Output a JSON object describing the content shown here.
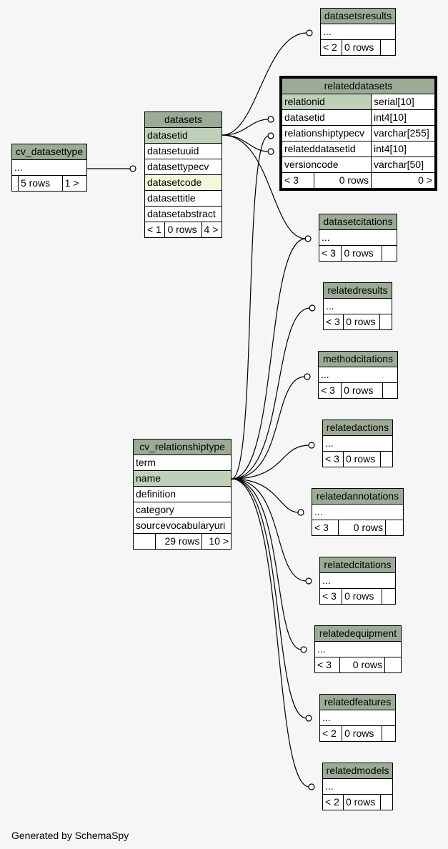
{
  "tables": {
    "cv_datasettype": {
      "title": "cv_datasettype",
      "rows": [
        "..."
      ],
      "footer": [
        "",
        "5 rows",
        "1 >"
      ]
    },
    "datasets": {
      "title": "datasets",
      "rows": [
        "datasetid",
        "datasetuuid",
        "datasettypecv",
        "datasetcode",
        "datasettitle",
        "datasetabstract"
      ],
      "footer": [
        "< 1",
        "0 rows",
        "4 >"
      ]
    },
    "relateddatasets": {
      "title": "relateddatasets",
      "columns": [
        [
          "relationid",
          "serial[10]"
        ],
        [
          "datasetid",
          "int4[10]"
        ],
        [
          "relationshiptypecv",
          "varchar[255]"
        ],
        [
          "relateddatasetid",
          "int4[10]"
        ],
        [
          "versioncode",
          "varchar[50]"
        ]
      ],
      "footer": [
        "< 3",
        "0 rows",
        "0 >"
      ]
    },
    "cv_relationshiptype": {
      "title": "cv_relationshiptype",
      "rows": [
        "term",
        "name",
        "definition",
        "category",
        "sourcevocabularyuri"
      ],
      "footer": [
        "",
        "29 rows",
        "10 >"
      ]
    },
    "datasetsresults": {
      "title": "datasetsresults",
      "rows": [
        "..."
      ],
      "footer": [
        "< 2",
        "0 rows",
        ""
      ]
    },
    "datasetcitations": {
      "title": "datasetcitations",
      "rows": [
        "..."
      ],
      "footer": [
        "< 3",
        "0 rows",
        ""
      ]
    },
    "relatedresults": {
      "title": "relatedresults",
      "rows": [
        "..."
      ],
      "footer": [
        "< 3",
        "0 rows",
        ""
      ]
    },
    "methodcitations": {
      "title": "methodcitations",
      "rows": [
        "..."
      ],
      "footer": [
        "< 3",
        "0 rows",
        ""
      ]
    },
    "relatedactions": {
      "title": "relatedactions",
      "rows": [
        "..."
      ],
      "footer": [
        "< 3",
        "0 rows",
        ""
      ]
    },
    "relatedannotations": {
      "title": "relatedannotations",
      "rows": [
        "..."
      ],
      "footer": [
        "< 3",
        "0 rows",
        ""
      ]
    },
    "relatedcitations": {
      "title": "relatedcitations",
      "rows": [
        "..."
      ],
      "footer": [
        "< 3",
        "0 rows",
        ""
      ]
    },
    "relatedequipment": {
      "title": "relatedequipment",
      "rows": [
        "..."
      ],
      "footer": [
        "< 3",
        "0 rows",
        ""
      ]
    },
    "relatedfeatures": {
      "title": "relatedfeatures",
      "rows": [
        "..."
      ],
      "footer": [
        "< 2",
        "0 rows",
        ""
      ]
    },
    "relatedmodels": {
      "title": "relatedmodels",
      "rows": [
        "..."
      ],
      "footer": [
        "< 2",
        "0 rows",
        ""
      ]
    }
  },
  "footer_text": "Generated by SchemaSpy",
  "colors": {
    "header": "#9bab96",
    "primary_key": "#bed1b8",
    "indexed": "#f4f7da",
    "background": "#f6f6f6"
  }
}
